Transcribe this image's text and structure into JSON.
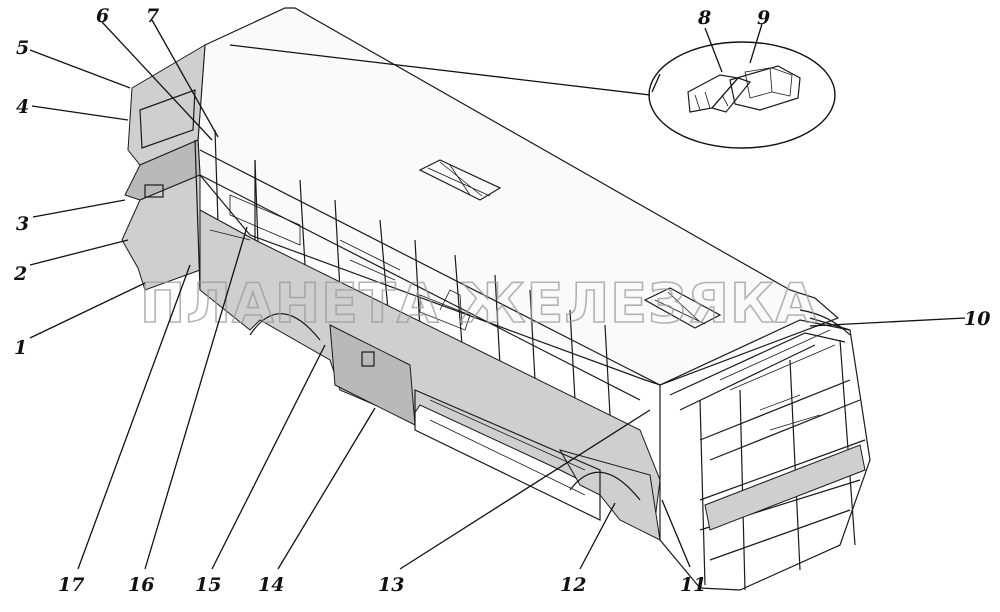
{
  "watermark": "ПЛАНЕТА ЖЕЛЕЗЯКА",
  "callouts": [
    "1",
    "2",
    "3",
    "4",
    "5",
    "6",
    "7",
    "8",
    "9",
    "10",
    "11",
    "12",
    "13",
    "14",
    "15",
    "16",
    "17"
  ]
}
